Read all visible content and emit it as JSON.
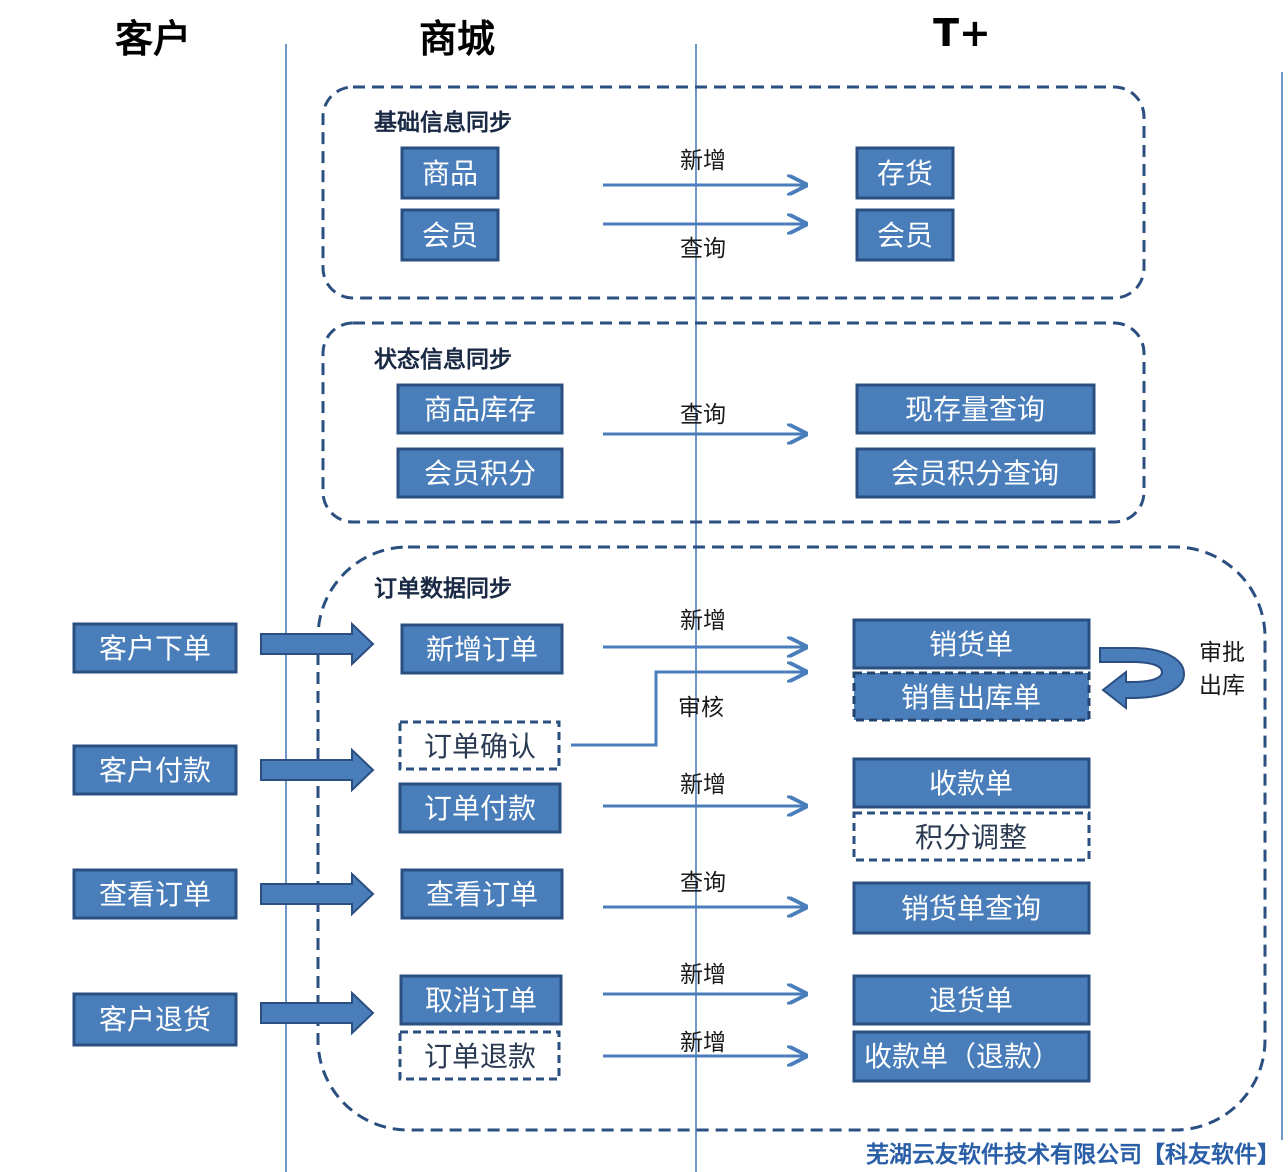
{
  "columns": {
    "customer": "客户",
    "mall": "商城",
    "tplus": "T+"
  },
  "sections": {
    "basic": "基础信息同步",
    "status": "状态信息同步",
    "order": "订单数据同步"
  },
  "basic": {
    "mall_goods": "商品",
    "mall_member": "会员",
    "label_add": "新增",
    "label_query": "查询",
    "t_inventory": "存货",
    "t_member": "会员"
  },
  "status": {
    "mall_stock": "商品库存",
    "mall_points": "会员积分",
    "label_query": "查询",
    "t_stock_query": "现存量查询",
    "t_points_query": "会员积分查询"
  },
  "order": {
    "cust_place": "客户下单",
    "cust_pay": "客户付款",
    "cust_view": "查看订单",
    "cust_return": "客户退货",
    "mall_new_order": "新增订单",
    "mall_confirm": "订单确认",
    "mall_pay": "订单付款",
    "mall_view": "查看订单",
    "mall_cancel": "取消订单",
    "mall_refund": "订单退款",
    "label_add_1": "新增",
    "label_audit": "审核",
    "label_add_2": "新增",
    "label_query": "查询",
    "label_add_3": "新增",
    "label_add_4": "新增",
    "t_sales": "销货单",
    "t_outbound": "销售出库单",
    "t_receipt": "收款单",
    "t_points_adjust": "积分调整",
    "t_sales_query": "销货单查询",
    "t_return": "退货单",
    "t_receipt_refund": "收款单（退款）",
    "approve_line1": "审批",
    "approve_line2": "出库"
  },
  "footer": "芜湖云友软件技术有限公司【科友软件】"
}
